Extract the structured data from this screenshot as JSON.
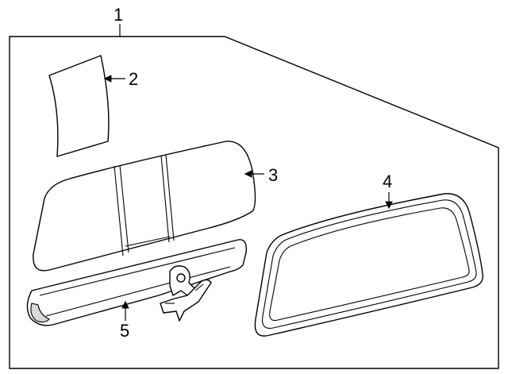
{
  "callouts": {
    "c1": "1",
    "c2": "2",
    "c3": "3",
    "c4": "4",
    "c5": "5"
  },
  "colors": {
    "line": "#000000",
    "background": "#ffffff",
    "shade": "#d9d9d9"
  }
}
